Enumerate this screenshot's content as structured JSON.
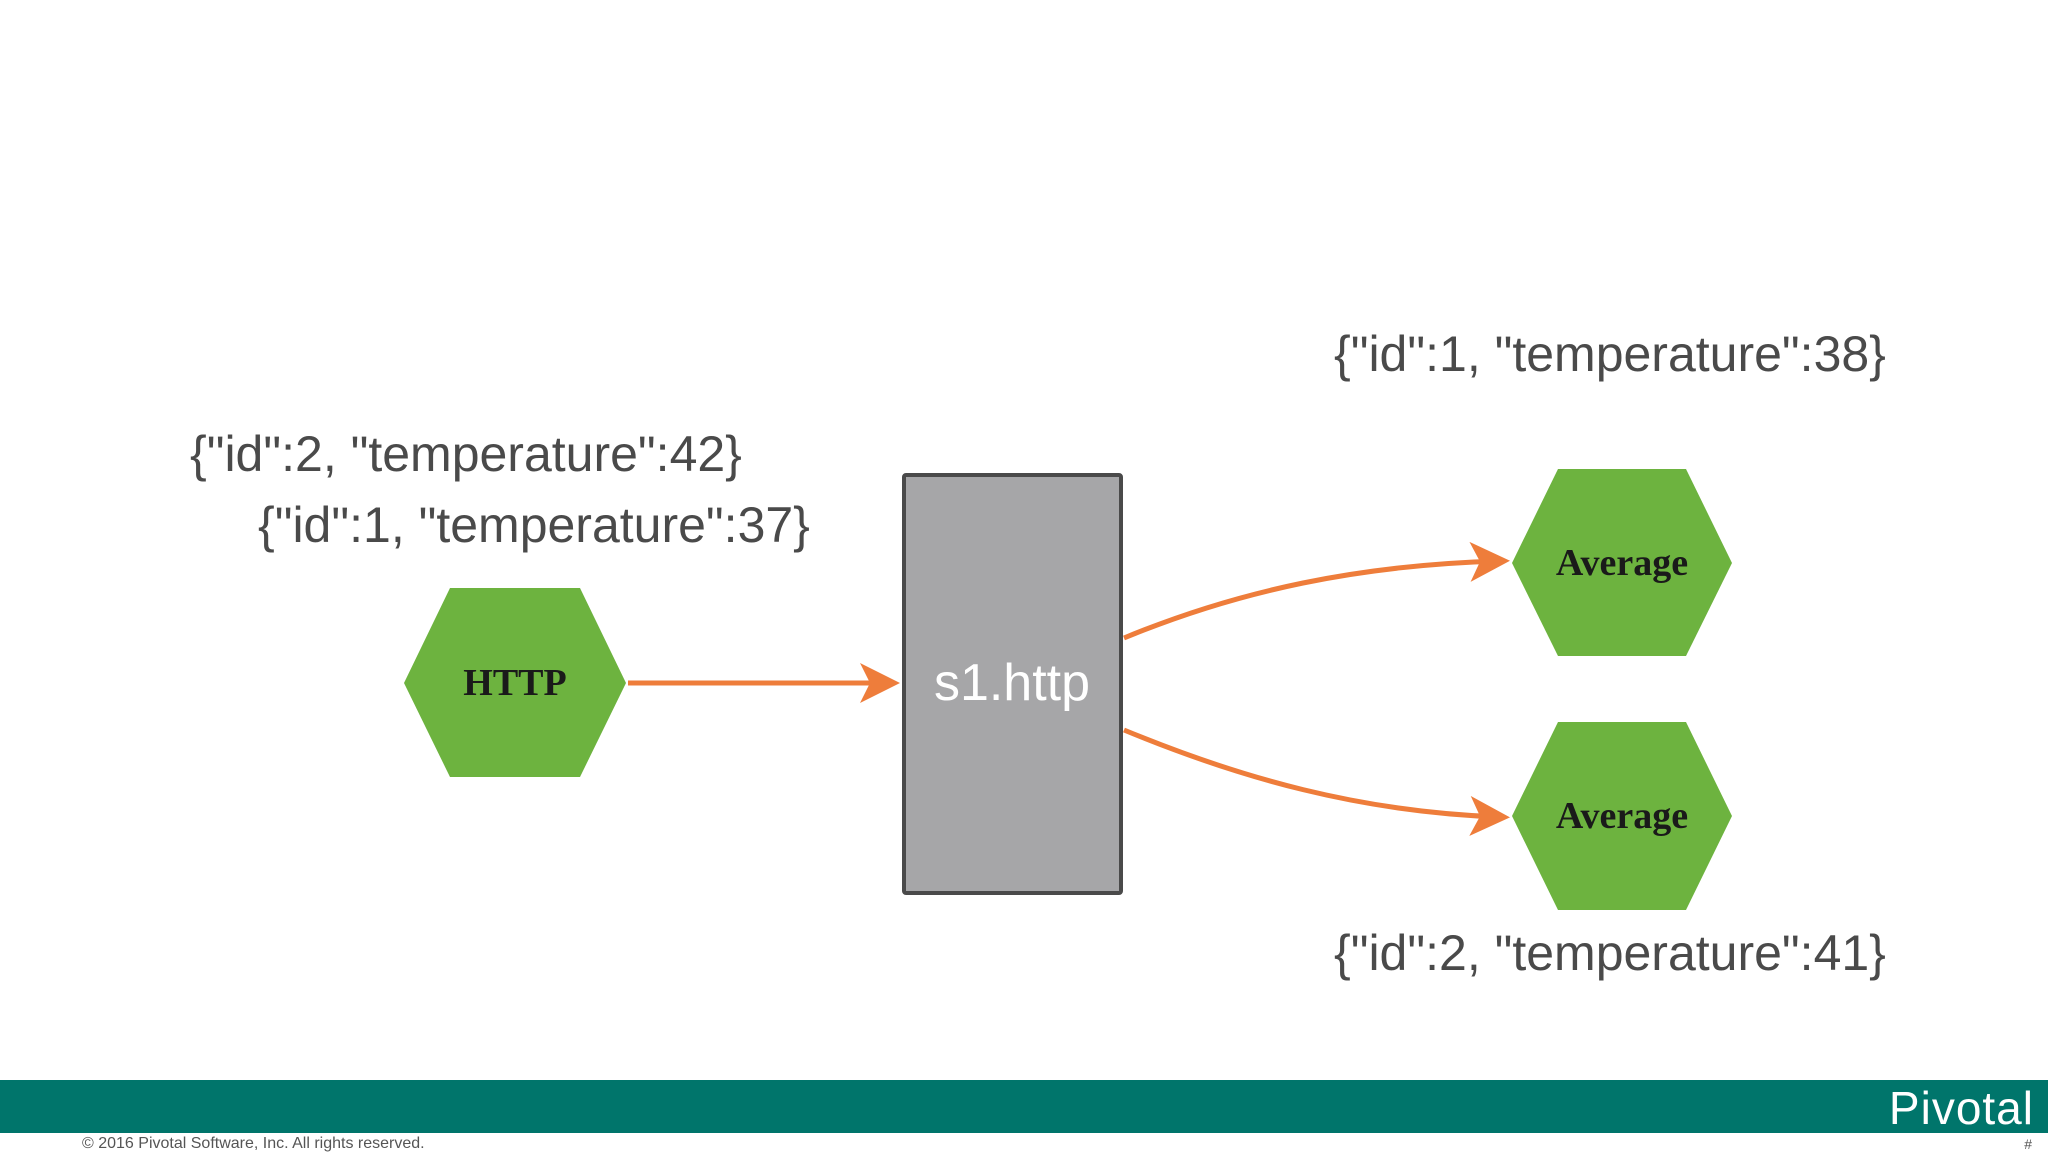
{
  "messages": {
    "input_top": "{\"id\":2, \"temperature\":42}",
    "input_bottom": "{\"id\":1, \"temperature\":37}",
    "output_top": "{\"id\":1, \"temperature\":38}",
    "output_bottom": "{\"id\":2, \"temperature\":41}"
  },
  "nodes": {
    "source": "HTTP",
    "stream": "s1.http",
    "processor_top": "Average",
    "processor_bottom": "Average"
  },
  "colors": {
    "hexagon": "#6db33f",
    "stream_fill": "#a6a6a8",
    "stream_border": "#4a4a4a",
    "arrow": "#ee7d3b",
    "footer": "#00756b"
  },
  "footer": {
    "brand": "Pivotal",
    "copyright": "© 2016 Pivotal Software, Inc.  All rights reserved.",
    "page": "#"
  }
}
